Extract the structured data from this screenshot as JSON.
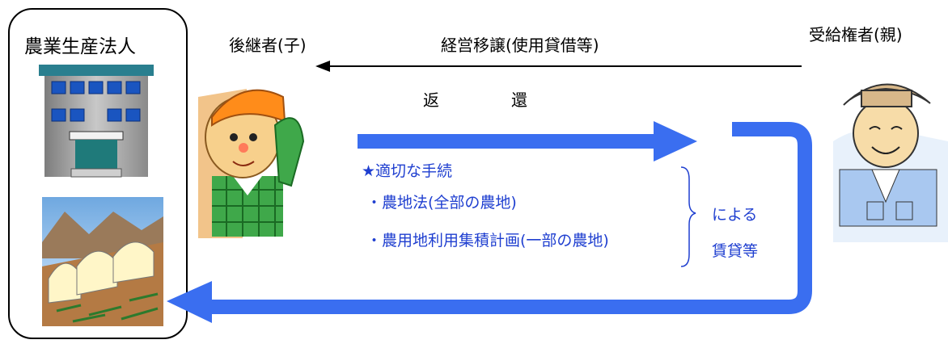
{
  "corporation": {
    "title": "農業生産法人"
  },
  "successor": {
    "label": "後継者(子)"
  },
  "transfer": {
    "label": "経営移譲(使用貸借等)"
  },
  "recipient": {
    "label": "受給権者(親)"
  },
  "return_flow": {
    "label_1": "返",
    "label_2": "還"
  },
  "procedure": {
    "heading": "★適切な手続",
    "items": [
      "・農地法(全部の農地)",
      "・農用地利用集積計画(一部の農地)"
    ],
    "suffix_1": "による",
    "suffix_2": "賃貸等"
  },
  "colors": {
    "arrow": "#3a6ef0",
    "procedure_text": "#1f3fd0"
  }
}
